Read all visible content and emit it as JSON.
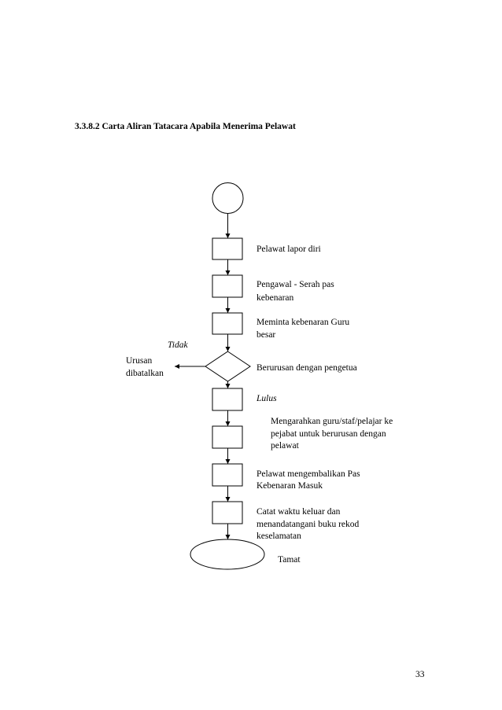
{
  "document": {
    "heading": "3.3.8.2 Carta Aliran Tatacara Apabila Menerima Pelawat",
    "page_number": "33"
  },
  "flowchart": {
    "process_steps": [
      [
        "Pelawat lapor diri"
      ],
      [
        "Pengawal - Serah pas",
        "kebenaran"
      ],
      [
        "Meminta kebenaran Guru",
        "besar"
      ],
      [
        "Mengarahkan guru/staf/pelajar ke",
        "pejabat untuk berurusan dengan",
        "pelawat"
      ],
      [
        "Pelawat mengembalikan Pas",
        "Kebenaran Masuk"
      ],
      [
        "Catat waktu keluar dan",
        "menandatangani buku rekod",
        "keselamatan"
      ]
    ],
    "decision": {
      "label": "Berurusan dengan pengetua",
      "no_label": "Tidak",
      "no_outcome": [
        "Urusan",
        "dibatalkan"
      ],
      "yes_label": "Lulus"
    },
    "end_label": "Tamat"
  },
  "colors": {
    "ink": "#000000",
    "paper": "#ffffff"
  }
}
